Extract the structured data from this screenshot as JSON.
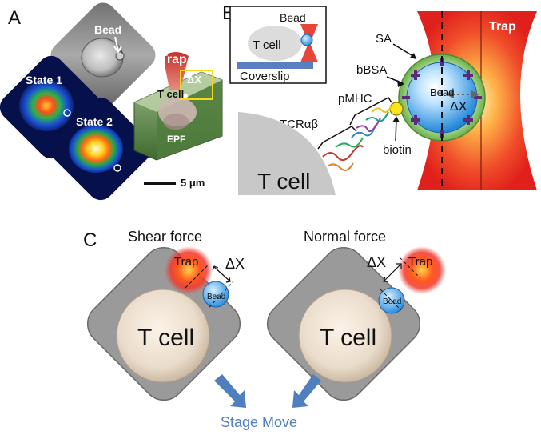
{
  "panels": {
    "a": "A",
    "b": "B",
    "c": "C"
  },
  "panel_a": {
    "bead": "Bead",
    "state1": "State 1",
    "state2": "State 2",
    "trap": "Trap",
    "dx": "ΔX",
    "tcell": "T cell",
    "epf": "EPF",
    "scale": "5 μm"
  },
  "panel_b": {
    "inset_bead": "Bead",
    "inset_tcell": "T cell",
    "coverslip": "Coverslip",
    "sa": "SA",
    "bbsa": "bBSA",
    "pmhc": "pMHC",
    "tcr": "TCRαβ",
    "biotin": "biotin",
    "bead": "Bead",
    "dx": "ΔX",
    "trap": "Trap",
    "tcell": "T cell"
  },
  "panel_c": {
    "shear_title": "Shear force",
    "normal_title": "Normal force",
    "trap": "Trap",
    "bead": "Bead",
    "dx": "ΔX",
    "tcell": "T cell",
    "stage_move": "Stage Move"
  },
  "colors": {
    "trap_red": "#e8222a",
    "bead_blue": "#4aa3e0",
    "stage_arrow": "#4f7fbf",
    "cell_fill": "#9a9a9a",
    "tcell_core": "#eadccb"
  }
}
